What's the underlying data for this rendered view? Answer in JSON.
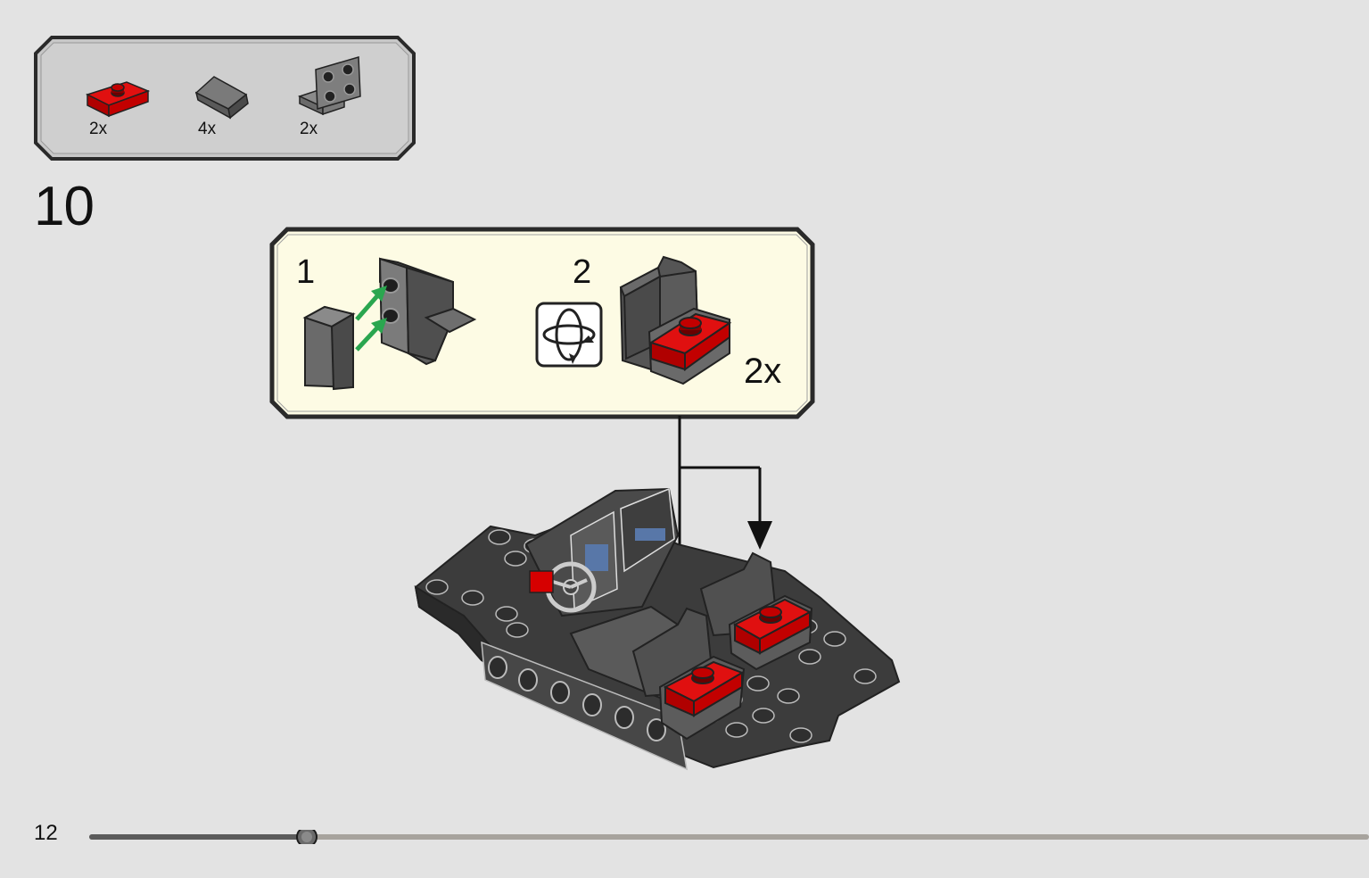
{
  "parts_list": [
    {
      "part": "red-plate-1x2-jumper",
      "quantity": "2x",
      "color": "#d60000"
    },
    {
      "part": "dark-grey-slope",
      "quantity": "4x",
      "color": "#6a6a6a"
    },
    {
      "part": "grey-bracket-2x2",
      "quantity": "2x",
      "color": "#8f8f8f"
    }
  ],
  "step": {
    "number": "10"
  },
  "sub_assembly": {
    "sub_step_1": "1",
    "sub_step_2": "2",
    "multiplier": "2x",
    "rotate_icon": "rotate-model-icon"
  },
  "footer": {
    "page_number": "12",
    "progress_fraction": 0.17
  },
  "colors": {
    "background": "#e3e3e3",
    "sub_box_fill": "#fdfbe4",
    "brick_red": "#d60000",
    "brick_dark": "#3f3f3f",
    "arrow_green": "#2aa64f"
  }
}
